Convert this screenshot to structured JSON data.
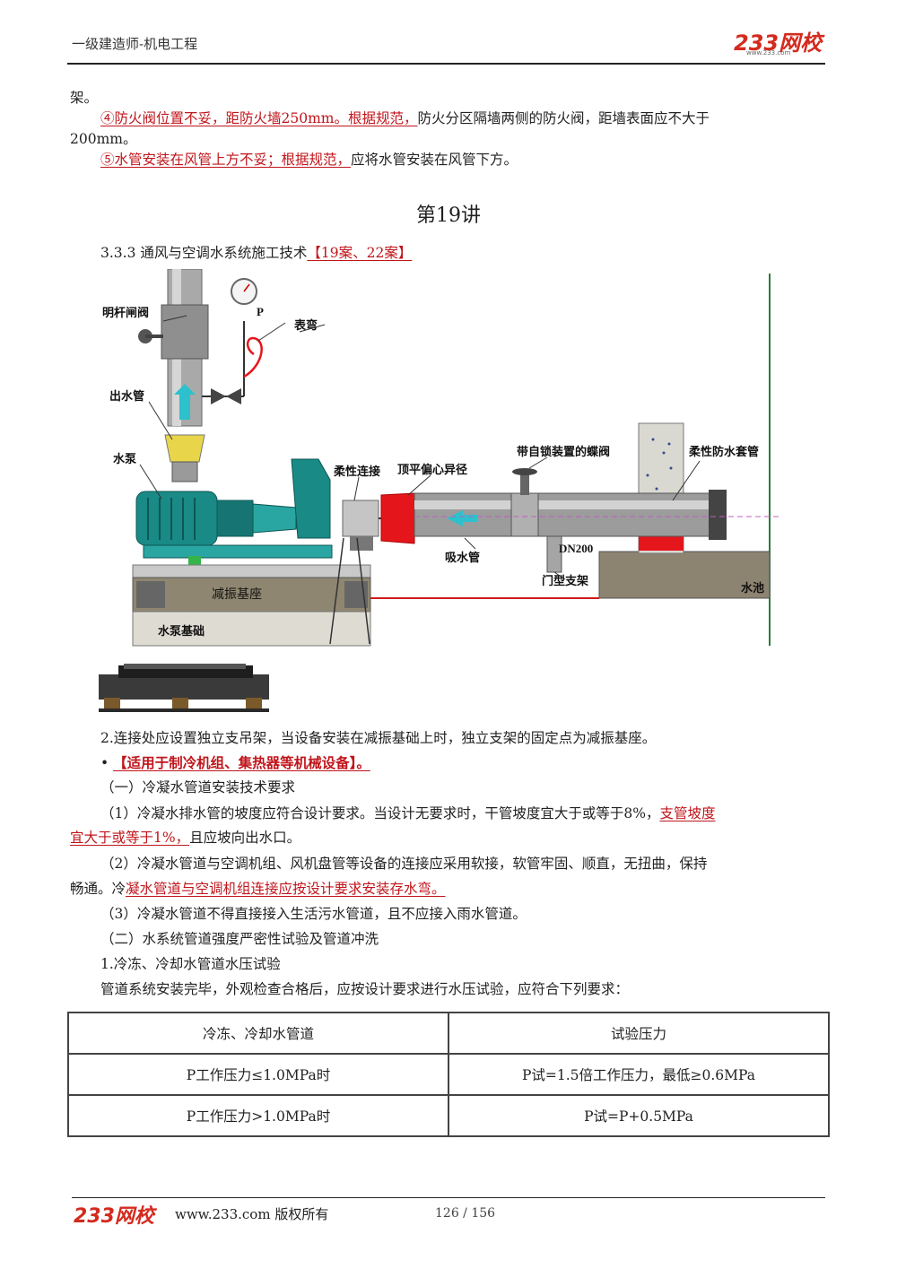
{
  "header": {
    "title": "一级建造师-机电工程",
    "logo": "233网校",
    "logo_url": "www.233.com"
  },
  "intro": {
    "tail": "架。"
  },
  "item4": {
    "marked": "④防火阀位置不妥，距防火墙250mm。根据规范，",
    "rest_line1": "防火分区隔墙两侧的防火阀，距墙表面应不大于",
    "rest_line2": "200mm。"
  },
  "item5": {
    "marked": "⑤水管安装在风管上方不妥；根据规范，",
    "rest": "应将水管安装在风管下方。"
  },
  "lecture": "第19讲",
  "section": {
    "number": "3.3.3",
    "title": "通风与空调水系统施工技术",
    "tag": "【19案、22案】"
  },
  "diagram": {
    "labels": {
      "gate_valve": "明杆闸阀",
      "gauge": "P",
      "gauge_bend": "表弯",
      "outlet": "出水管",
      "pump": "水泵",
      "flex": "柔性连接",
      "reducer": "顶平偏心异径",
      "butterfly": "带自锁装置的蝶阀",
      "sleeve": "柔性防水套管",
      "suction": "吸水管",
      "dn": "DN200",
      "support": "门型支架",
      "pool": "水池",
      "damping_base": "减振基座",
      "pump_foundation": "水泵基础"
    }
  },
  "p2": "2.连接处应设置独立支吊架，当设备安装在减振基础上时，独立支架的固定点为减振基座。",
  "bullet": {
    "mark": "•",
    "text": "【适用于制冷机组、集热器等机械设备】。"
  },
  "s1": "（一）冷凝水管道安装技术要求",
  "c1": {
    "a": "（1）冷凝水排水管的坡度应符合设计要求。当设计无要求时，干管坡度宜大于或等于8%，",
    "b": "支管坡度",
    "c": "宜大于或等于1%，",
    "d": "且应坡向出水口。"
  },
  "c2": {
    "a": "（2）冷凝水管道与空调机组、风机盘管等设备的连接应采用软接，软管牢固、顺直，无扭曲，保持",
    "b": "畅通。冷",
    "c": "凝水管道与空调机组连接应按设计要求安装存水弯。"
  },
  "c3": "（3）冷凝水管道不得直接接入生活污水管道，且不应接入雨水管道。",
  "s2": "（二）水系统管道强度严密性试验及管道冲洗",
  "t1": "1.冷冻、冷却水管道水压试验",
  "t2": "管道系统安装完毕，外观检查合格后，应按设计要求进行水压试验，应符合下列要求：",
  "table": {
    "headers": [
      "冷冻、冷却水管道",
      "试验压力"
    ],
    "rows": [
      [
        "P工作压力≤1.0MPa时",
        "P试=1.5倍工作压力，最低≥0.6MPa"
      ],
      [
        "P工作压力>1.0MPa时",
        "P试=P+0.5MPa"
      ]
    ]
  },
  "footer": {
    "logo": "233网校",
    "text": "www.233.com 版权所有",
    "page": "126 / 156"
  },
  "colors": {
    "accent_red": "#c0151b",
    "pump_teal": "#1a8a86"
  }
}
